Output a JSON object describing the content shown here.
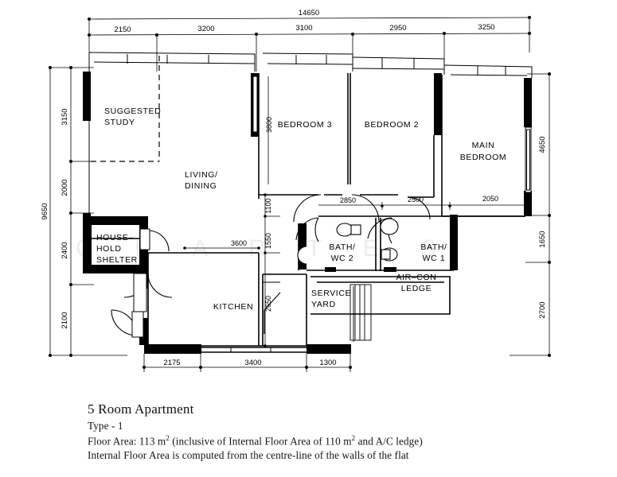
{
  "document": {
    "type": "floor-plan",
    "watermark": "C H A R T E S"
  },
  "caption": {
    "title": "5 Room Apartment",
    "type_line": "Type - 1",
    "floor_area_pre": "Floor Area: 113 m",
    "floor_area_sup1": "2",
    "floor_area_mid": " (inclusive of Internal Floor Area of 110 m",
    "floor_area_sup2": "2",
    "floor_area_post": " and A/C ledge)",
    "note_line": "Internal Floor Area is computed from the centre-line of the walls of the flat"
  },
  "rooms": [
    {
      "id": "suggested-study",
      "label_line1": "SUGGESTED",
      "label_line2": "STUDY"
    },
    {
      "id": "living-dining",
      "label_line1": "LIVING/",
      "label_line2": "DINING"
    },
    {
      "id": "household-shelter",
      "label_line1": "HOUSE–",
      "label_line2": "HOLD",
      "label_line3": "SHELTER"
    },
    {
      "id": "kitchen",
      "label_line1": "KITCHEN"
    },
    {
      "id": "service-yard",
      "label_line1": "SERVICE",
      "label_line2": "YARD"
    },
    {
      "id": "bedroom-3",
      "label_line1": "BEDROOM 3"
    },
    {
      "id": "bedroom-2",
      "label_line1": "BEDROOM 2"
    },
    {
      "id": "main-bedroom",
      "label_line1": "MAIN",
      "label_line2": "BEDROOM"
    },
    {
      "id": "bath-wc-2",
      "label_line1": "BATH/",
      "label_line2": "WC 2"
    },
    {
      "id": "bath-wc-1",
      "label_line1": "BATH/",
      "label_line2": "WC 1"
    },
    {
      "id": "air-con-ledge",
      "label_line1": "AIR–CON",
      "label_line2": "LEDGE"
    }
  ],
  "dimensions": {
    "top_overall": "14650",
    "top_segments": [
      "2150",
      "3200",
      "3100",
      "2950",
      "3250"
    ],
    "left_overall": "9650",
    "left_segments": [
      "3150",
      "2000",
      "2400",
      "2100"
    ],
    "right_segments": [
      "4650",
      "1650",
      "2700"
    ],
    "bottom_segments": [
      "2175",
      "3400",
      "1300"
    ],
    "interior": {
      "bedroom3_height": "3800",
      "living_lower": "1100",
      "kitchen_upper": "1550",
      "kitchen_height": "2650",
      "kitchen_width": "3600",
      "bath_row": [
        "2850",
        "2500",
        "2050"
      ]
    }
  },
  "colors": {
    "ink": "#000000",
    "paper": "#ffffff",
    "wall_solid": "#000000",
    "watermark": "#ededed"
  }
}
